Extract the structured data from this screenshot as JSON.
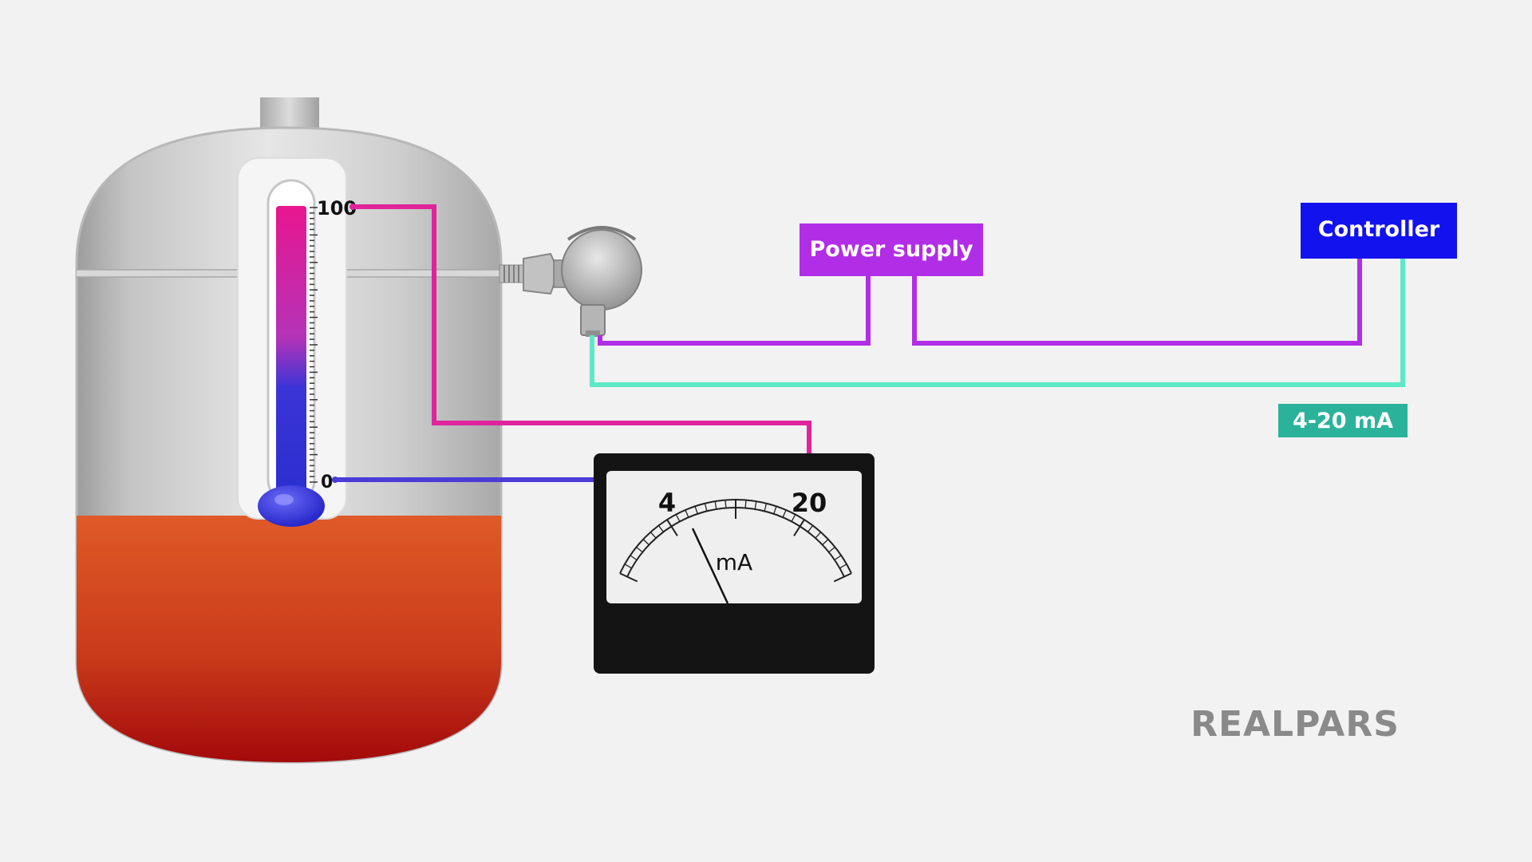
{
  "thermometer": {
    "top_label": "100",
    "bottom_label": "0"
  },
  "meter": {
    "min_label": "4",
    "max_label": "20",
    "unit_label": "mA"
  },
  "power_supply": {
    "label": "Power supply",
    "color": "#b12ee6"
  },
  "controller": {
    "label": "Controller",
    "color": "#1212ee"
  },
  "signal": {
    "label": "4-20 mA",
    "color": "#2ab39a"
  },
  "wires": {
    "hot_color": "#e0249c",
    "cold_color": "#4a3cd6",
    "power_color": "#b12ee6",
    "signal_color": "#5fe8c6"
  },
  "brand": {
    "logo_text": "REALPARS"
  }
}
